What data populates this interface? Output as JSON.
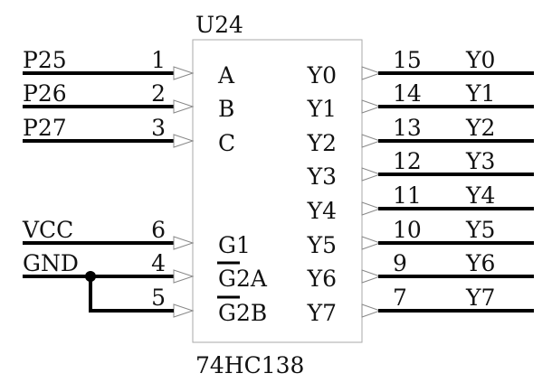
{
  "component": {
    "refdes": "U24",
    "part": "74HC138"
  },
  "left_pins": [
    {
      "net": "P25",
      "number": "1",
      "name": "A",
      "overbar": false
    },
    {
      "net": "P26",
      "number": "2",
      "name": "B",
      "overbar": false
    },
    {
      "net": "P27",
      "number": "3",
      "name": "C",
      "overbar": false
    },
    {
      "net": "VCC",
      "number": "6",
      "name": "G1",
      "overbar": false
    },
    {
      "net": "GND",
      "number": "4",
      "name": "G2A",
      "overbar": true
    },
    {
      "net": "",
      "number": "5",
      "name": "G2B",
      "overbar": true
    }
  ],
  "right_pins": [
    {
      "name": "Y0",
      "number": "15",
      "net": "Y0"
    },
    {
      "name": "Y1",
      "number": "14",
      "net": "Y1"
    },
    {
      "name": "Y2",
      "number": "13",
      "net": "Y2"
    },
    {
      "name": "Y3",
      "number": "12",
      "net": "Y3"
    },
    {
      "name": "Y4",
      "number": "11",
      "net": "Y4"
    },
    {
      "name": "Y5",
      "number": "10",
      "net": "Y5"
    },
    {
      "name": "Y6",
      "number": "9",
      "net": "Y6"
    },
    {
      "name": "Y7",
      "number": "7",
      "net": "Y7"
    }
  ],
  "colors": {
    "wire": "#000000",
    "box": "#aaaaaa",
    "pin_triangle": "#888888"
  }
}
